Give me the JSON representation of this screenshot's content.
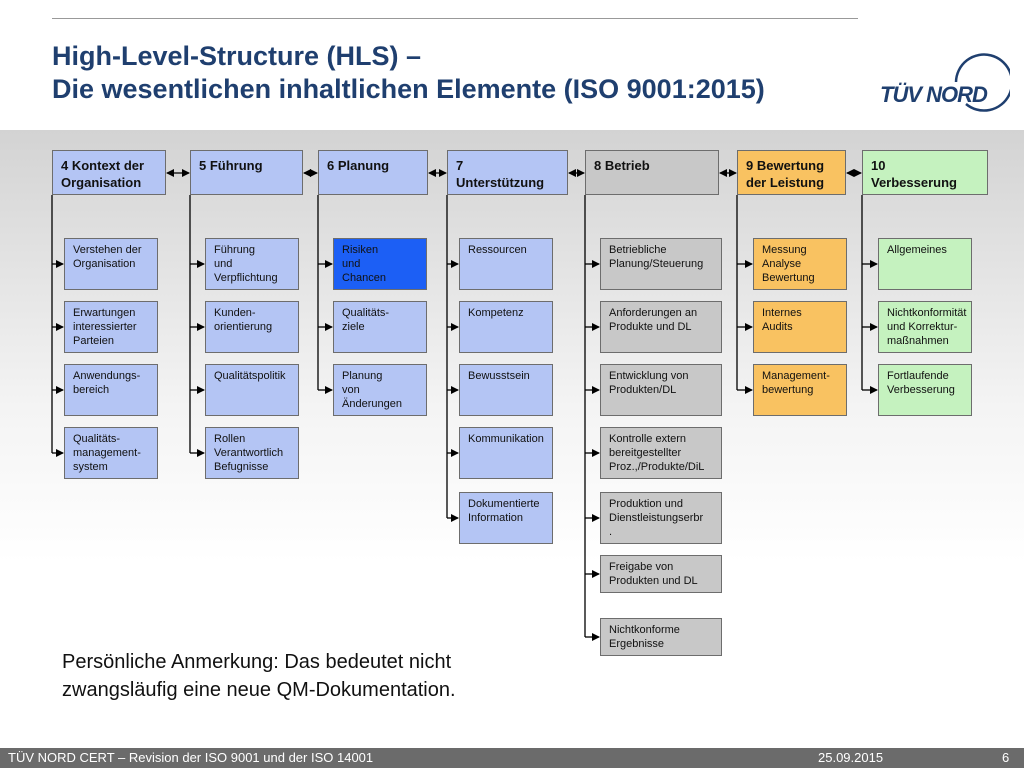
{
  "title": {
    "line1": "High-Level-Structure (HLS) –",
    "line2": "Die wesentlichen inhaltlichen Elemente (ISO 9001:2015)"
  },
  "logo": {
    "text": "TÜV NORD"
  },
  "columns": [
    {
      "header": "4 Kontext der\nOrganisation",
      "color": "blue",
      "items": [
        {
          "text": "Verstehen der\nOrganisation",
          "color": "blue"
        },
        {
          "text": "Erwartungen\ninteressierter\nParteien",
          "color": "blue"
        },
        {
          "text": "Anwendungs-\nbereich",
          "color": "blue"
        },
        {
          "text": "Qualitäts-\nmanagement-\nsystem",
          "color": "blue"
        }
      ]
    },
    {
      "header": "5 Führung",
      "color": "blue",
      "items": [
        {
          "text": "Führung\nund\nVerpflichtung",
          "color": "blue"
        },
        {
          "text": "Kunden-\norientierung",
          "color": "blue"
        },
        {
          "text": "Qualitätspolitik",
          "color": "blue"
        },
        {
          "text": " Rollen\nVerantwortlich\nBefugnisse",
          "color": "blue"
        }
      ]
    },
    {
      "header": "6 Planung",
      "color": "blue",
      "items": [
        {
          "text": "Risiken\nund\nChancen",
          "color": "dblue"
        },
        {
          "text": "Qualitäts-\nziele",
          "color": "blue"
        },
        {
          "text": "Planung\nvon\nÄnderungen",
          "color": "blue"
        }
      ]
    },
    {
      "header": "7\nUnterstützung",
      "color": "blue",
      "items": [
        {
          "text": "Ressourcen",
          "color": "blue"
        },
        {
          "text": "Kompetenz",
          "color": "blue"
        },
        {
          "text": "Bewusstsein",
          "color": "blue"
        },
        {
          "text": "Kommunikation",
          "color": "blue"
        },
        {
          "text": "Dokumentierte\nInformation",
          "color": "blue"
        }
      ]
    },
    {
      "header": "8    Betrieb",
      "color": "gray",
      "items": [
        {
          "text": "Betriebliche\nPlanung/Steuerung",
          "color": "gray"
        },
        {
          "text": " Anforderungen an\nProdukte und DL",
          "color": "gray"
        },
        {
          "text": "Entwicklung von\nProdukten/DL",
          "color": "gray"
        },
        {
          "text": "Kontrolle   extern\nbereitgestellter\nProz.,/Produkte/DiL",
          "color": "gray"
        },
        {
          "text": "Produktion und\nDienstleistungserbr\n.",
          "color": "gray"
        },
        {
          "text": "Freigabe von\nProdukten und DL",
          "color": "gray"
        },
        {
          "text": "Nichtkonforme\nErgebnisse",
          "color": "gray"
        }
      ]
    },
    {
      "header": "9 Bewertung\nder Leistung",
      "color": "orange",
      "items": [
        {
          "text": "Messung\nAnalyse\nBewertung",
          "color": "orange"
        },
        {
          "text": "Internes\nAudits",
          "color": "orange"
        },
        {
          "text": "Management-\nbewertung",
          "color": "orange"
        }
      ]
    },
    {
      "header": "10\nVerbesserung",
      "color": "green",
      "items": [
        {
          "text": "Allgemeines",
          "color": "green"
        },
        {
          "text": "Nichtkonformität\nund Korrektur-\nmaßnahmen",
          "color": "green"
        },
        {
          "text": " Fortlaufende\nVerbesserung",
          "color": "green"
        }
      ]
    }
  ],
  "note": "Persönliche Anmerkung: Das bedeutet nicht\nzwangsläufig eine neue QM-Dokumentation.",
  "footer": {
    "left": "TÜV NORD CERT – Revision der ISO 9001 und der ISO 14001",
    "date": "25.09.2015",
    "page": "6"
  }
}
